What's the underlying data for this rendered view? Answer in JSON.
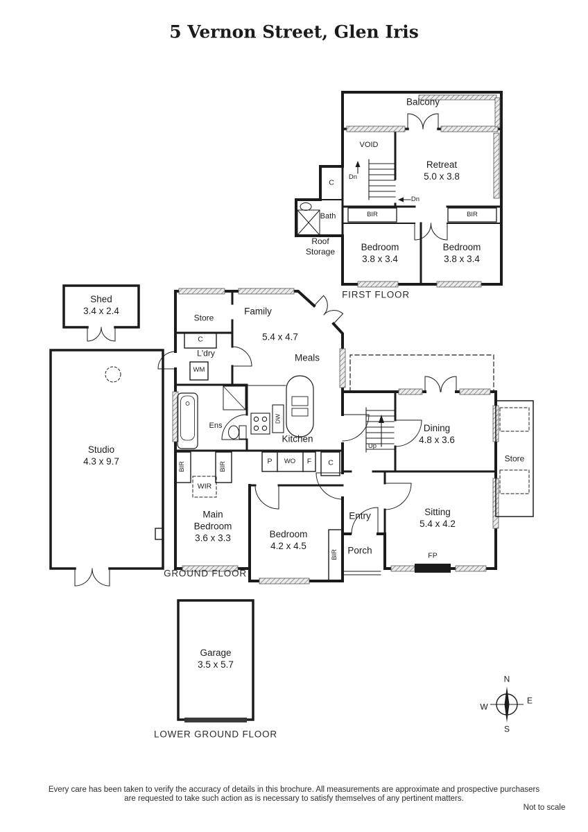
{
  "title": "5 Vernon Street, Glen Iris",
  "first_floor": {
    "label": "FIRST FLOOR",
    "balcony": "Balcony",
    "void": "VOID",
    "dn_upper": "Dn",
    "dn_lower": "Dn",
    "retreat": {
      "name": "Retreat",
      "dims": "5.0 x 3.8"
    },
    "cupboard": "C",
    "bath": "Bath",
    "bir_left": "BIR",
    "bir_right": "BIR",
    "roof_storage": "Roof Storage",
    "bedroom_left": {
      "name": "Bedroom",
      "dims": "3.8 x 3.4"
    },
    "bedroom_right": {
      "name": "Bedroom",
      "dims": "3.8 x 3.4"
    }
  },
  "ground_floor": {
    "label": "GROUND FLOOR",
    "shed": {
      "name": "Shed",
      "dims": "3.4 x 2.4"
    },
    "studio": {
      "name": "Studio",
      "dims": "4.3 x 9.7"
    },
    "store_west": "Store",
    "family": {
      "name": "Family",
      "dims": "5.4 x 4.7"
    },
    "laundry_cupboard": "C",
    "laundry": "L'dry",
    "washing_machine": "WM",
    "meals": "Meals",
    "ensuite": "Ens",
    "dishwasher": "DW",
    "kitchen": "Kitchen",
    "pantry": "P",
    "wall_oven": "WO",
    "fridge": "F",
    "hall_cupboard": "C",
    "up": "Up",
    "dining": {
      "name": "Dining",
      "dims": "4.8 x 3.6"
    },
    "store_east": "Store",
    "bir_main_left": "BIR",
    "bir_main_right": "BIR",
    "wir": "WIR",
    "main_bedroom": {
      "name": "Main Bedroom",
      "dims": "3.6 x 3.3"
    },
    "bedroom": {
      "name": "Bedroom",
      "dims": "4.2 x 4.5"
    },
    "entry": "Entry",
    "porch": "Porch",
    "bir_bedroom": "BIR",
    "sitting": {
      "name": "Sitting",
      "dims": "5.4 x 4.2"
    },
    "fireplace": "FP"
  },
  "lower_ground_floor": {
    "label": "LOWER GROUND FLOOR",
    "garage": {
      "name": "Garage",
      "dims": "3.5 x 5.7"
    }
  },
  "compass": {
    "north": "N",
    "east": "E",
    "south": "S",
    "west": "W"
  },
  "footer": {
    "disclaimer_line1": "Every care has been taken to verify the accuracy of details in this brochure.  All measurements are approximate and prospective purchasers",
    "disclaimer_line2": "are requested to take such action as is necessary to satisfy themselves of any pertinent matters.",
    "scale_note": "Not to scale"
  }
}
